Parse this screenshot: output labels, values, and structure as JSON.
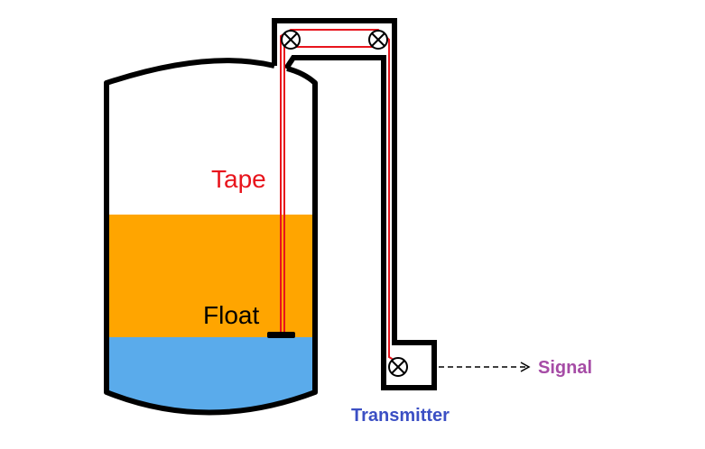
{
  "labels": {
    "tape": "Tape",
    "float": "Float",
    "signal": "Signal",
    "transmitter": "Transmitter"
  },
  "colors": {
    "tape": "#e8141c",
    "signal": "#a64ca6",
    "transmitter": "#3b4fc4",
    "upper_liquid": "#ffa500",
    "lower_liquid": "#5aabeb",
    "outline": "#000000"
  },
  "icons": {
    "pulley": "circle-cross-icon"
  }
}
